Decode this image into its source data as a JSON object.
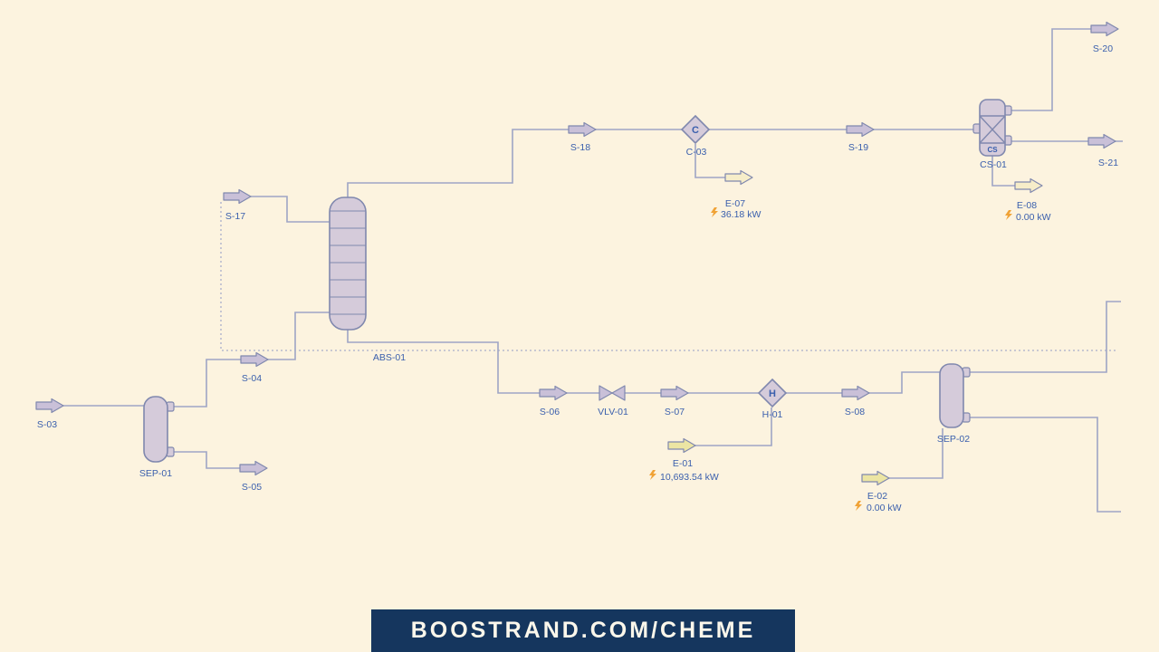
{
  "banner": {
    "text": "BOOSTRAND.COM/CHEME"
  },
  "equipment": {
    "sep01": {
      "label": "SEP-01",
      "type": "separator"
    },
    "sep02": {
      "label": "SEP-02",
      "type": "separator"
    },
    "abs01": {
      "label": "ABS-01",
      "type": "absorber-column",
      "trays": 7
    },
    "vlv01": {
      "label": "VLV-01",
      "type": "valve"
    },
    "h01": {
      "label": "H-01",
      "symbol": "H",
      "type": "heater"
    },
    "c03": {
      "label": "C-03",
      "symbol": "C",
      "type": "compressor"
    },
    "cs01": {
      "label": "CS-01",
      "symbol": "CS",
      "type": "component-splitter"
    }
  },
  "streams": {
    "s03": {
      "label": "S-03"
    },
    "s04": {
      "label": "S-04"
    },
    "s05": {
      "label": "S-05"
    },
    "s06": {
      "label": "S-06"
    },
    "s07": {
      "label": "S-07"
    },
    "s08": {
      "label": "S-08"
    },
    "s17": {
      "label": "S-17"
    },
    "s18": {
      "label": "S-18"
    },
    "s19": {
      "label": "S-19"
    },
    "s20": {
      "label": "S-20"
    },
    "s21": {
      "label": "S-21"
    }
  },
  "energy": {
    "e01": {
      "label": "E-01",
      "duty": "10,693.54 kW"
    },
    "e02": {
      "label": "E-02",
      "duty": "0.00 kW"
    },
    "e07": {
      "label": "E-07",
      "duty": "36.18 kW"
    },
    "e08": {
      "label": "E-08",
      "duty": "0.00 kW"
    }
  },
  "colors": {
    "background": "#FCF3DF",
    "flow_line": "#9EA5C5",
    "dashed_line": "#A9AFCB",
    "vessel_fill": "#D5CBDA",
    "vessel_stroke": "#8088AE",
    "stream_arrow_fill": "#C9C0D8",
    "energy_arrow_fill": "#ECE5A3",
    "energy_arrow_fill_pale": "#F6EDC9",
    "label_text": "#3A5FAD",
    "lightning": "#F0A235",
    "banner_bg": "#15365E",
    "banner_text": "#FBF7EB"
  }
}
